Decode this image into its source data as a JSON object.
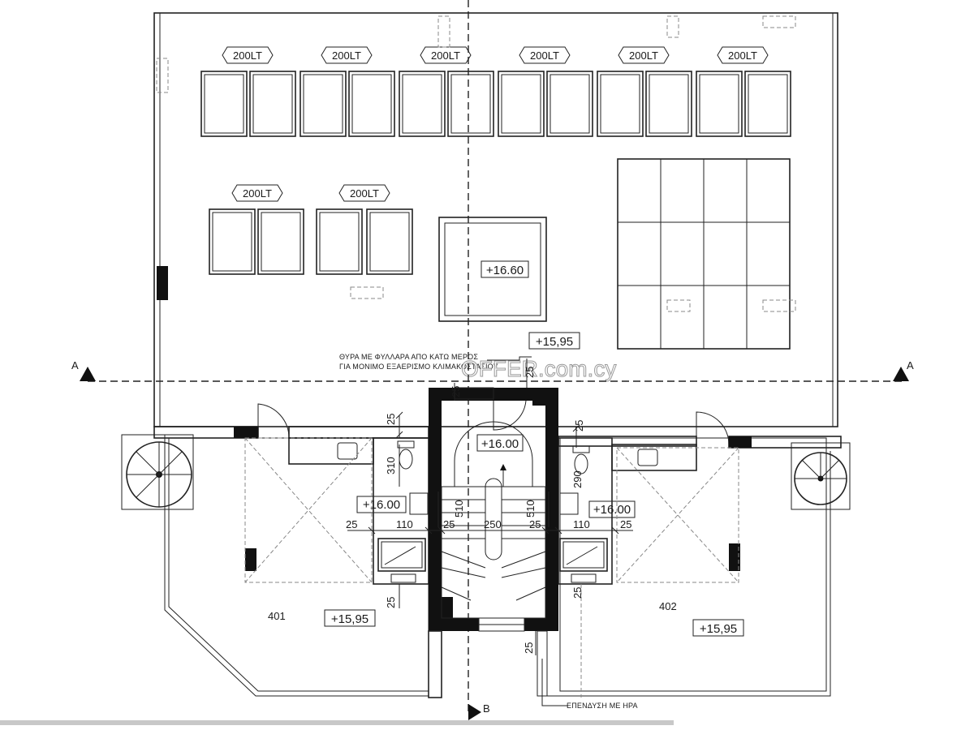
{
  "tanks": [
    "200LT",
    "200LT",
    "200LT",
    "200LT",
    "200LT",
    "200LT",
    "200LT",
    "200LT"
  ],
  "levels": {
    "roof_top": "+16.60",
    "roof_main": "+15,95",
    "stair_landing": "+16.00",
    "left_wc": "+16.00",
    "right_wc": "+16.00",
    "apt_401_level": "+15,95",
    "apt_402_level": "+15,95"
  },
  "apartments": {
    "left": "401",
    "right": "402"
  },
  "note_door": [
    "ΘΥΡΑ ΜΕ ΦΥΛΛΑΡΑ ΑΠΟ ΚΑΤΩ ΜΕΡΟΣ",
    "ΓΙΑ ΜΟΝΙΜΟ ΕΞΑΕΡΙΣΜΟ ΚΛΙΜΑΚΟΣΤΑΣΙΟΥ"
  ],
  "note_cladding": "ΕΠΕΝΔΥΣΗ ΜΕ ΗΡΑ",
  "section_marks": {
    "a_left": "A",
    "a_right": "A",
    "b_bottom": "B"
  },
  "dimensions": {
    "d25_top": "25",
    "d25_stair_top": "25",
    "d25_wc_left": "25",
    "d25_wc_right": "25",
    "d310": "310",
    "d290": "290",
    "d510_left": "510",
    "d510_right": "510",
    "d25_a": "25",
    "d110_left": "110",
    "d25_b": "25",
    "d250": "250",
    "d25_c": "25",
    "d110_right": "110",
    "d25_d": "25",
    "d25_bottom_left": "25",
    "d25_bottom_right": "25",
    "d25_bottom_center": "25"
  },
  "watermark": "OFFER.com.cy",
  "colors": {
    "line": "#222222",
    "grid": "#bdbdbd",
    "solid": "#111111"
  }
}
